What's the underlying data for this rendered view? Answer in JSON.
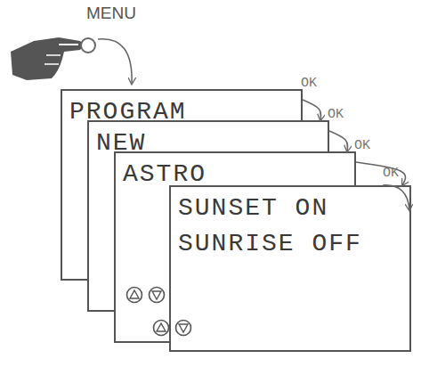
{
  "diagram": {
    "nodes": [
      {
        "text": [
          "PROGRAM"
        ]
      },
      {
        "text": [
          "NEW"
        ]
      },
      {
        "text": [
          "ASTRO"
        ]
      },
      {
        "text": [
          "SUNSET ON SUNRISE OFF"
        ]
      }
    ],
    "edges": [
      {
        "from": 0,
        "to": 1,
        "arrow": "to",
        "label": "OK"
      },
      {
        "from": 1,
        "to": 2,
        "arrow": "to",
        "label": "OK"
      },
      {
        "from": 2,
        "to": 3,
        "arrow": "to",
        "label": "OK"
      }
    ],
    "labels": [
      "MENU",
      "OK"
    ]
  }
}
